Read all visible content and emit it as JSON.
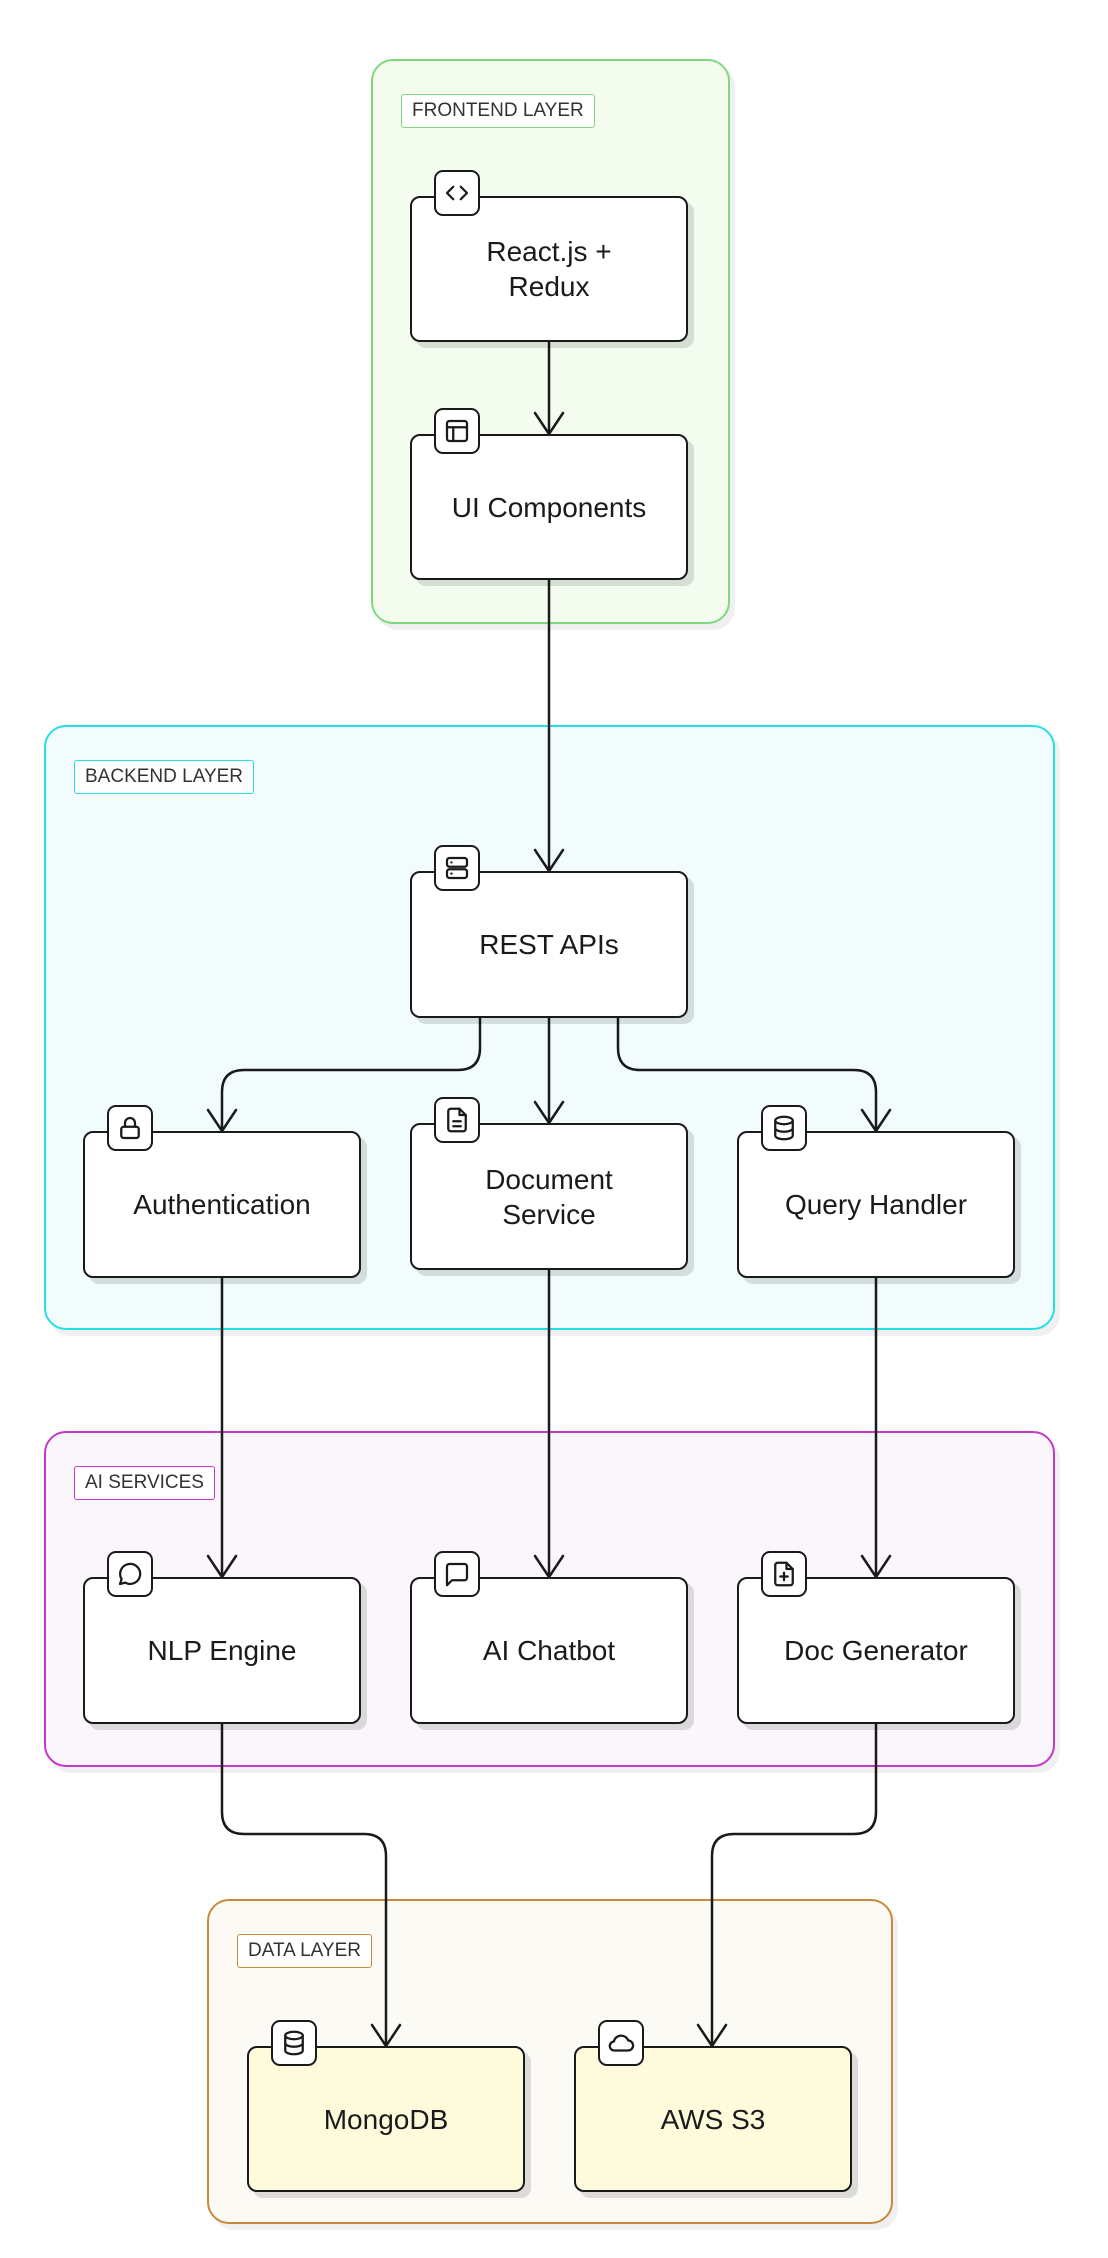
{
  "layers": {
    "frontend": {
      "label": "FRONTEND LAYER",
      "color": "#7ed97e",
      "fill": "#f4fcf0"
    },
    "backend": {
      "label": "BACKEND LAYER",
      "color": "#22e0e6",
      "fill": "#f2fcfd"
    },
    "ai": {
      "label": "AI SERVICES",
      "color": "#c238c8",
      "fill": "#faf6fb"
    },
    "data": {
      "label": "DATA LAYER",
      "color": "#c9893a",
      "fill": "#fbfaf5"
    }
  },
  "nodes": {
    "react": {
      "label": "React.js +\nRedux",
      "icon": "code-icon"
    },
    "ui": {
      "label": "UI Components",
      "icon": "layout-icon"
    },
    "rest": {
      "label": "REST APIs",
      "icon": "server-icon"
    },
    "auth": {
      "label": "Authentication",
      "icon": "lock-icon"
    },
    "docsvc": {
      "label": "Document\nService",
      "icon": "document-icon"
    },
    "query": {
      "label": "Query Handler",
      "icon": "database-icon"
    },
    "nlp": {
      "label": "NLP Engine",
      "icon": "chat-bubble-round-icon"
    },
    "chatbot": {
      "label": "AI Chatbot",
      "icon": "chat-bubble-square-icon"
    },
    "docgen": {
      "label": "Doc Generator",
      "icon": "file-plus-icon"
    },
    "mongo": {
      "label": "MongoDB",
      "icon": "database-icon"
    },
    "s3": {
      "label": "AWS S3",
      "icon": "cloud-icon"
    }
  },
  "edges": [
    {
      "from": "React.js + Redux",
      "to": "UI Components"
    },
    {
      "from": "UI Components",
      "to": "REST APIs"
    },
    {
      "from": "REST APIs",
      "to": "Authentication"
    },
    {
      "from": "REST APIs",
      "to": "Document Service"
    },
    {
      "from": "REST APIs",
      "to": "Query Handler"
    },
    {
      "from": "Authentication",
      "to": "NLP Engine"
    },
    {
      "from": "Document Service",
      "to": "AI Chatbot"
    },
    {
      "from": "Query Handler",
      "to": "Doc Generator"
    },
    {
      "from": "NLP Engine",
      "to": "MongoDB"
    },
    {
      "from": "Doc Generator",
      "to": "AWS S3"
    }
  ]
}
